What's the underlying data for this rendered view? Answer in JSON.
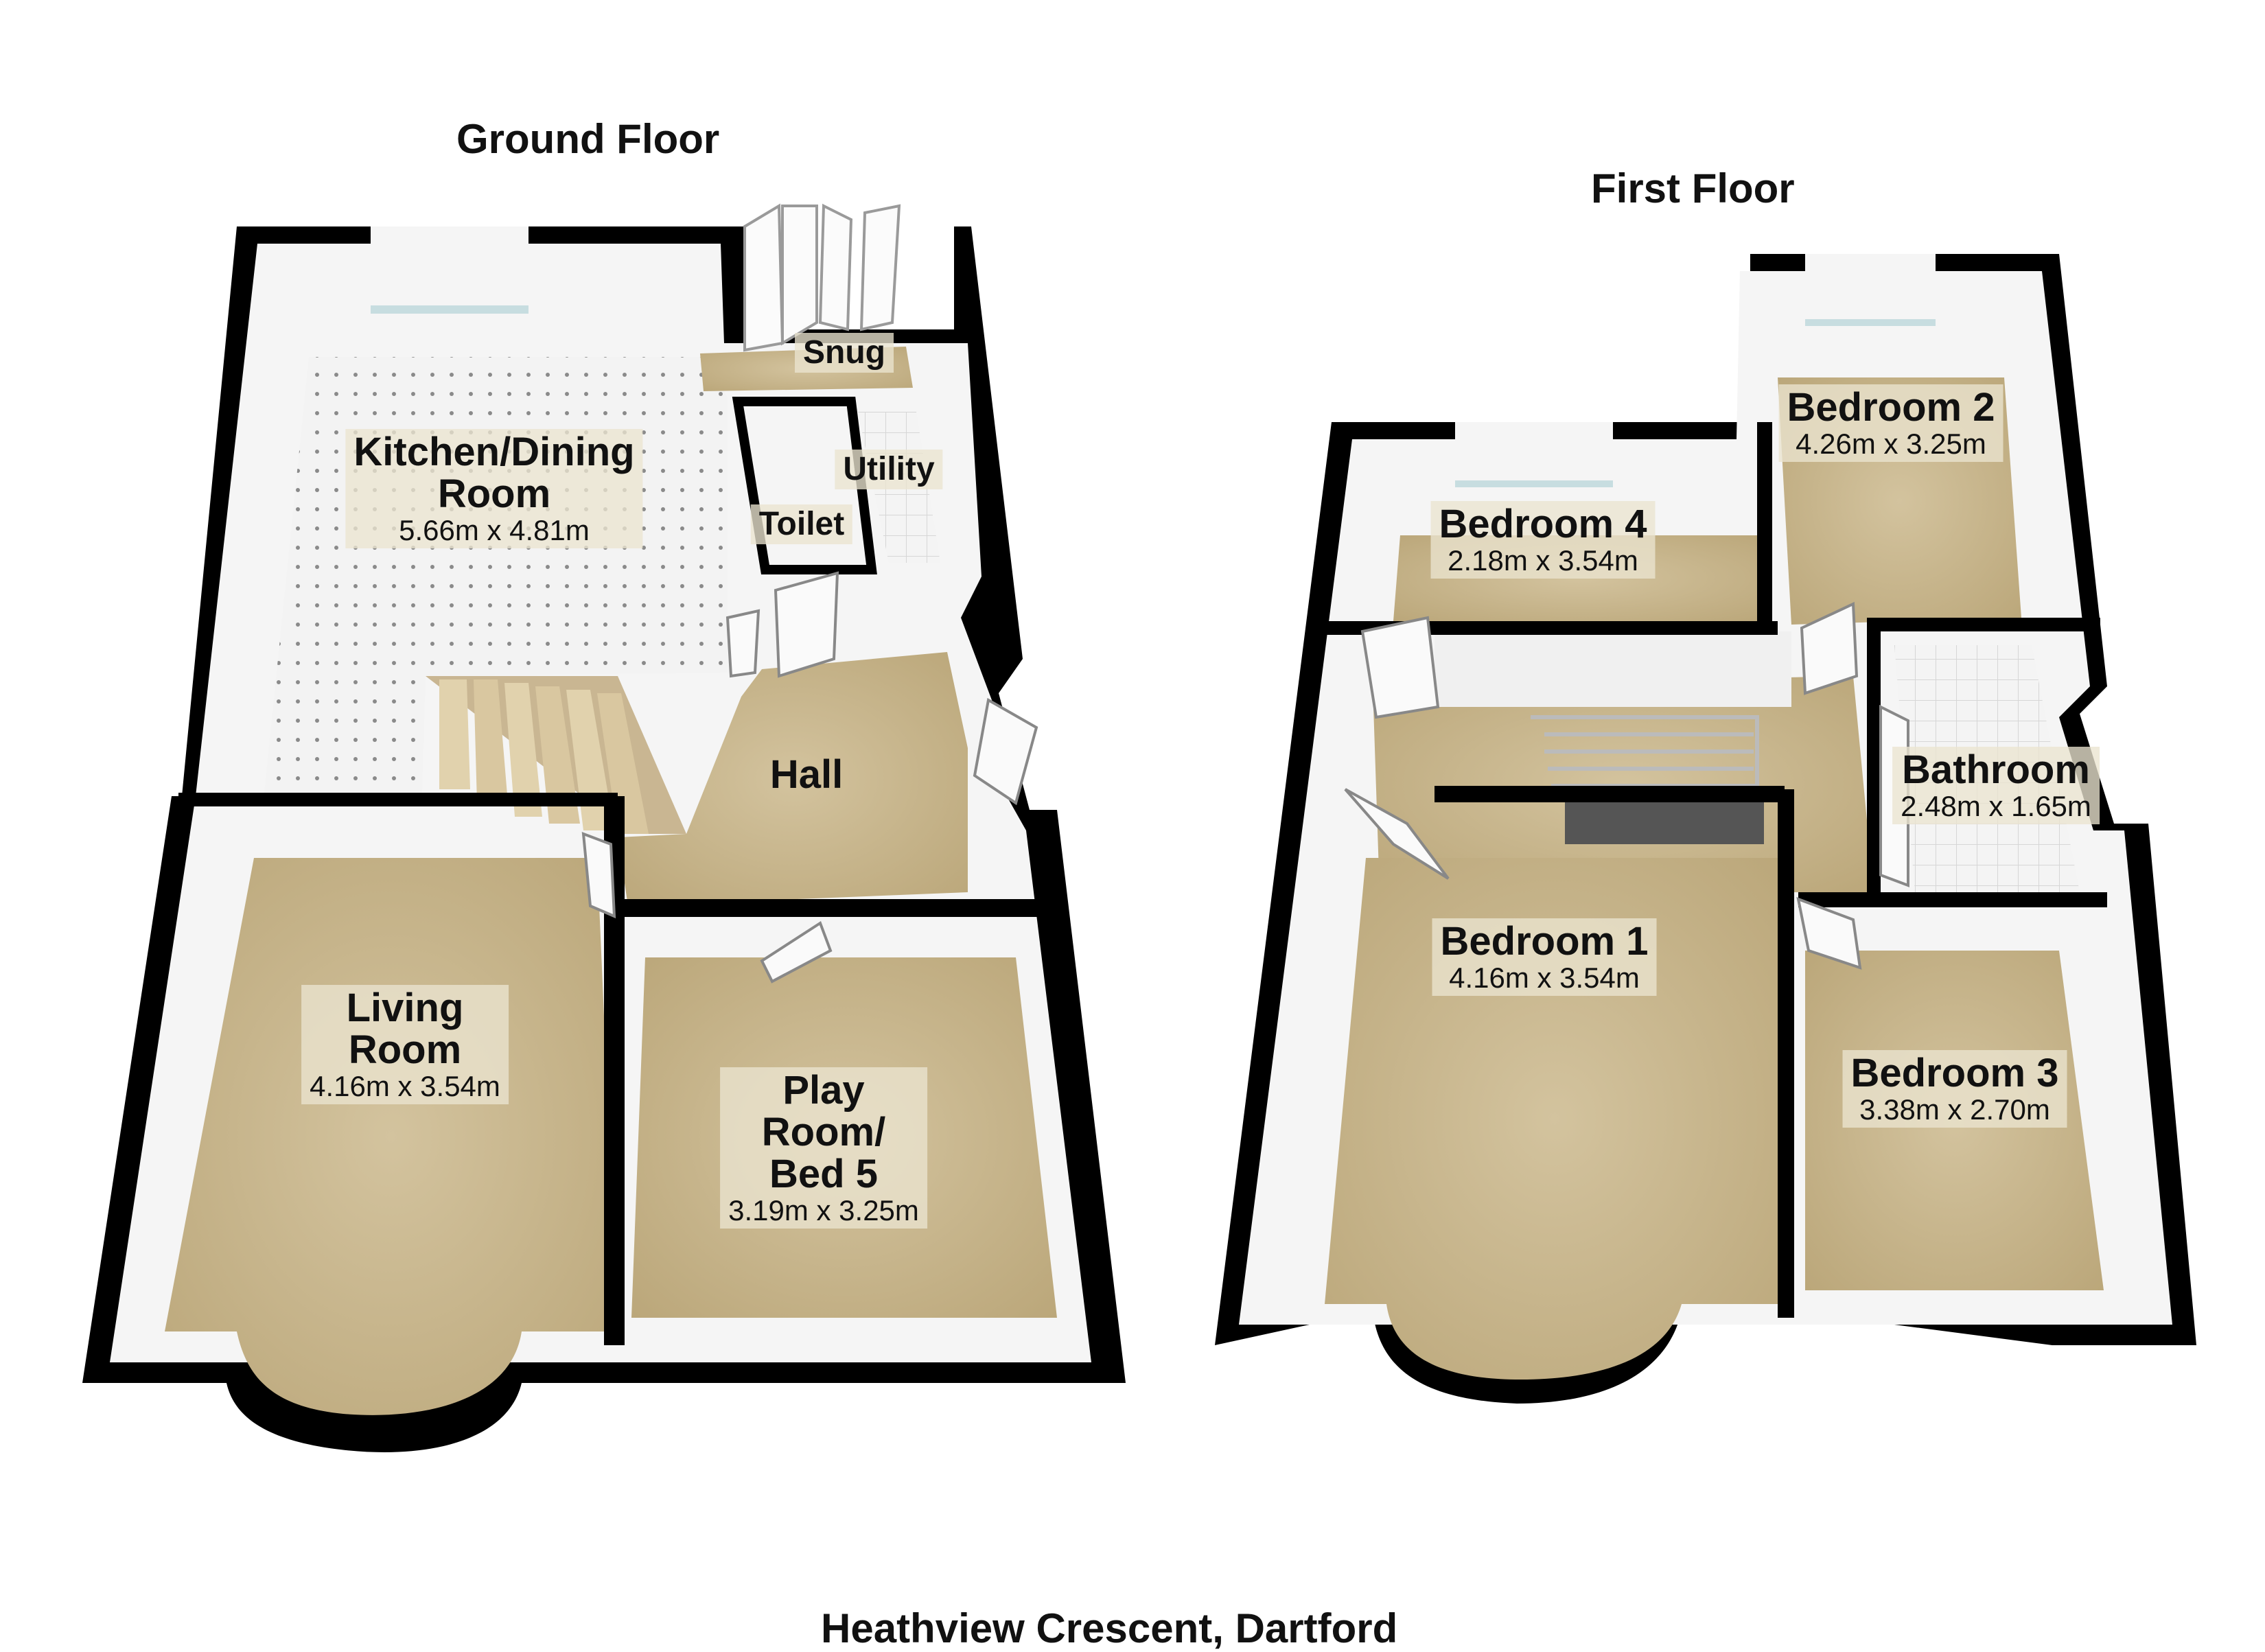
{
  "floors": {
    "ground": {
      "title": "Ground Floor"
    },
    "first": {
      "title": "First Floor"
    }
  },
  "rooms": {
    "kitchen": {
      "name": "Kitchen/Dining\nRoom",
      "dims": "5.66m x 4.81m"
    },
    "snug": {
      "name": "Snug"
    },
    "utility": {
      "name": "Utility"
    },
    "toilet": {
      "name": "Toilet"
    },
    "hall": {
      "name": "Hall"
    },
    "living": {
      "name": "Living\nRoom",
      "dims": "4.16m x 3.54m"
    },
    "playroom": {
      "name": "Play\nRoom/\nBed 5",
      "dims": "3.19m x 3.25m"
    },
    "bedroom4": {
      "name": "Bedroom 4",
      "dims": "2.18m x 3.54m"
    },
    "bedroom2": {
      "name": "Bedroom 2",
      "dims": "4.26m x 3.25m"
    },
    "bathroom": {
      "name": "Bathroom",
      "dims": "2.48m x 1.65m"
    },
    "bedroom1": {
      "name": "Bedroom 1",
      "dims": "4.16m x 3.54m"
    },
    "bedroom3": {
      "name": "Bedroom 3",
      "dims": "3.38m x 2.70m"
    }
  },
  "address": "Heathview Crescent, Dartford",
  "colors": {
    "wall": "#000000",
    "carpet": "#cdbb93",
    "tile": "#f2f2f2",
    "wall_face": "#f5f5f5"
  }
}
